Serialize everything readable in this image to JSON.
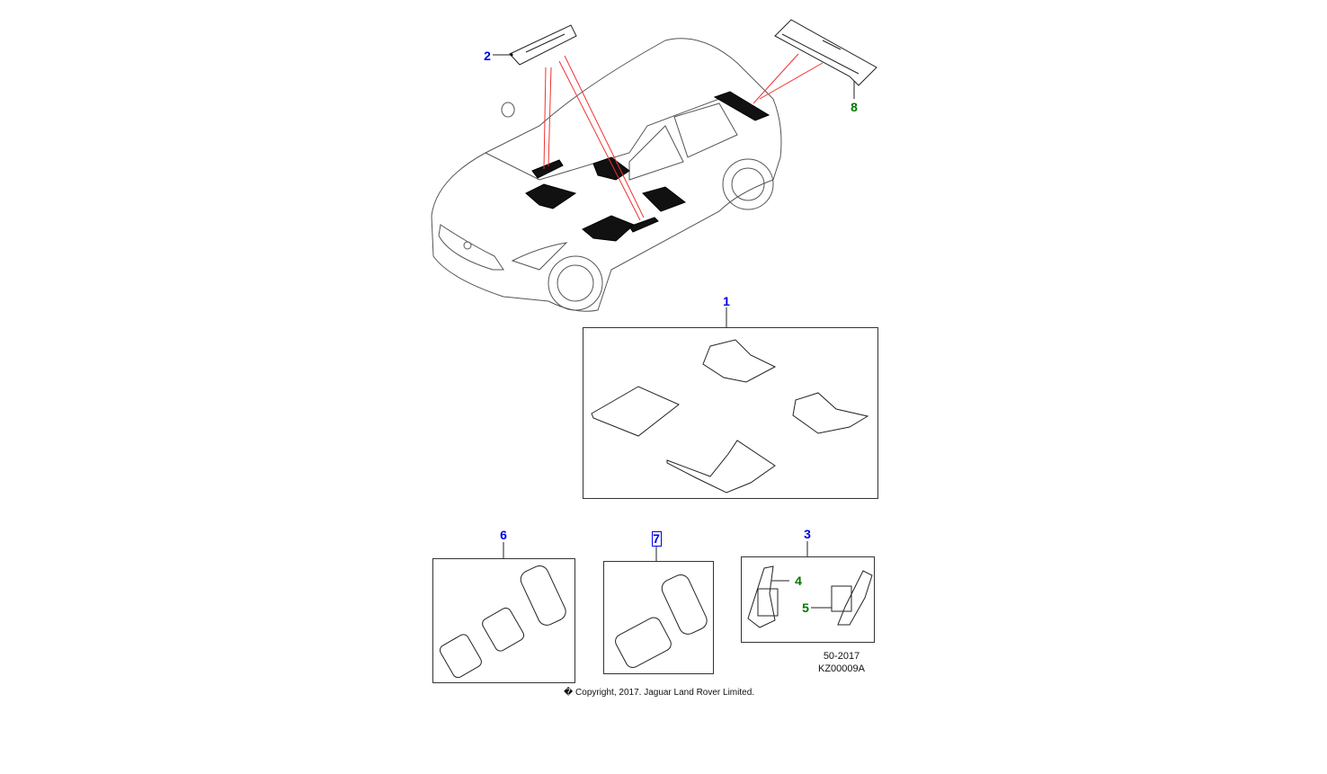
{
  "diagram": {
    "callouts": [
      {
        "id": "1",
        "label": "1",
        "color": "#0000ee"
      },
      {
        "id": "2",
        "label": "2",
        "color": "#0000ee"
      },
      {
        "id": "3",
        "label": "3",
        "color": "#0000ee"
      },
      {
        "id": "4",
        "label": "4",
        "color": "#007700"
      },
      {
        "id": "5",
        "label": "5",
        "color": "#007700"
      },
      {
        "id": "6",
        "label": "6",
        "color": "#0000ee"
      },
      {
        "id": "7",
        "label": "7",
        "color": "#0000ee",
        "selected": true
      },
      {
        "id": "8",
        "label": "8",
        "color": "#007700"
      }
    ],
    "date_code": "50-2017",
    "illustration_code": "KZ00009A",
    "copyright": "� Copyright, 2017. Jaguar Land Rover Limited."
  }
}
